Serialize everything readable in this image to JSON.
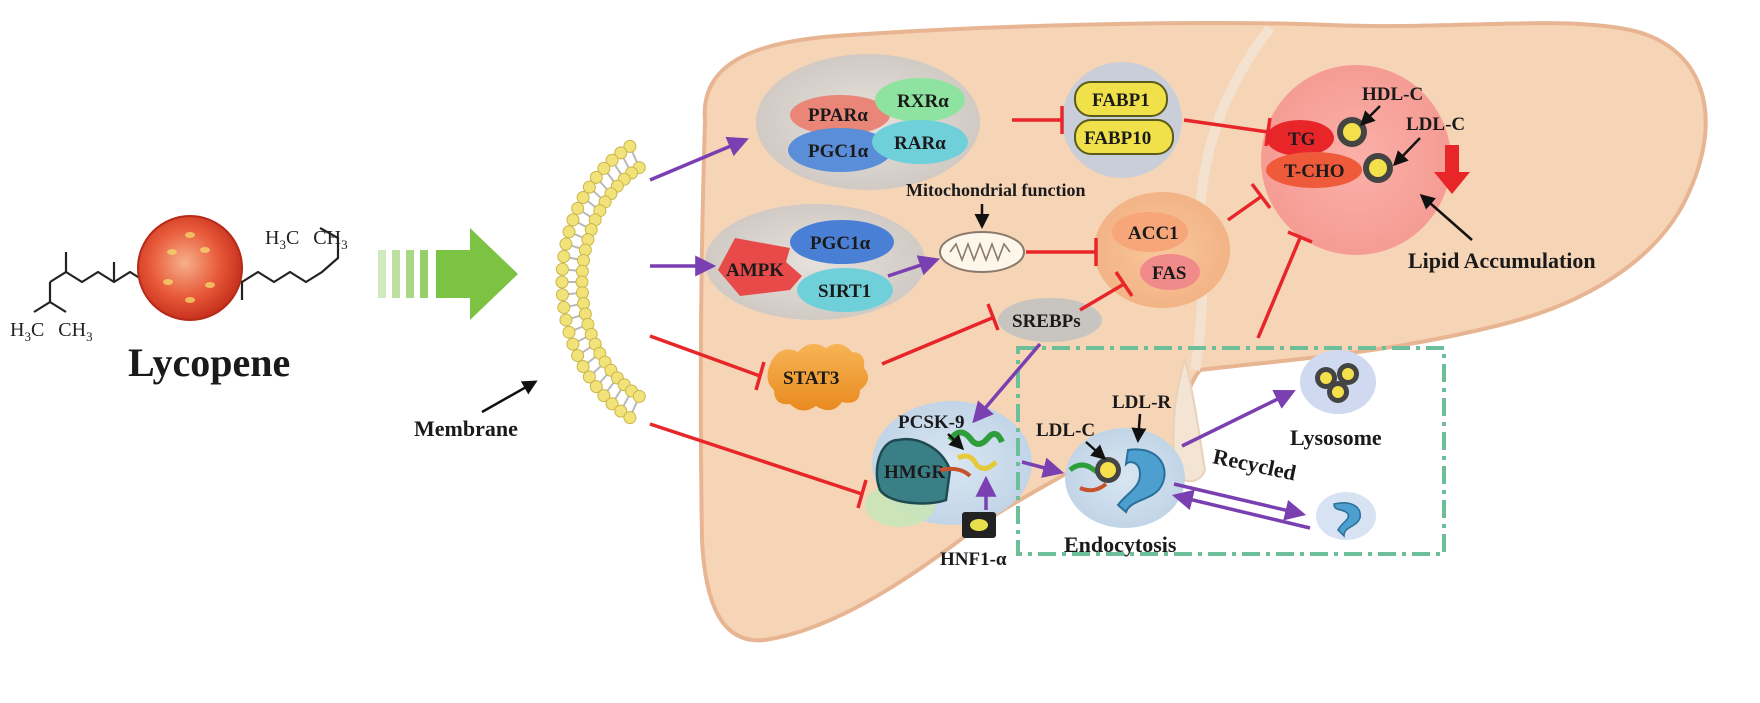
{
  "molecule": {
    "name": "Lycopene",
    "group_left": "H3C  CH3",
    "group_right": "H3C  CH3"
  },
  "labels": {
    "membrane": "Membrane",
    "mitochondrial_function": "Mitochondrial function",
    "lipid_accumulation": "Lipid Accumulation",
    "lysosome": "Lysosome",
    "recycled": "Recycled",
    "endocytosis": "Endocytosis"
  },
  "nodes": {
    "ppara": "PPARα",
    "rxra": "RXRα",
    "pgc1a_top": "PGC1α",
    "rara": "RARα",
    "fabp1": "FABP1",
    "fabp10": "FABP10",
    "hdlc": "HDL-C",
    "ldlc_top": "LDL-C",
    "tg": "TG",
    "tcho": "T-CHO",
    "ampk": "AMPK",
    "pgc1a_mid": "PGC1α",
    "sirt1": "SIRT1",
    "acc1": "ACC1",
    "fas": "FAS",
    "srebps": "SREBPs",
    "stat3": "STAT3",
    "pcsk9": "PCSK-9",
    "hmgr": "HMGR",
    "hnf1a": "HNF1-α",
    "ldlr": "LDL-R",
    "ldlc_endo": "LDL-C"
  },
  "colors": {
    "liver": "#f6d3b4",
    "liver_stroke": "#e7b28e",
    "activation": "#7a3fb0",
    "inhibition": "#e8262a",
    "arrow_green": "#7cc243",
    "dash_box": "#6dbf9a"
  }
}
